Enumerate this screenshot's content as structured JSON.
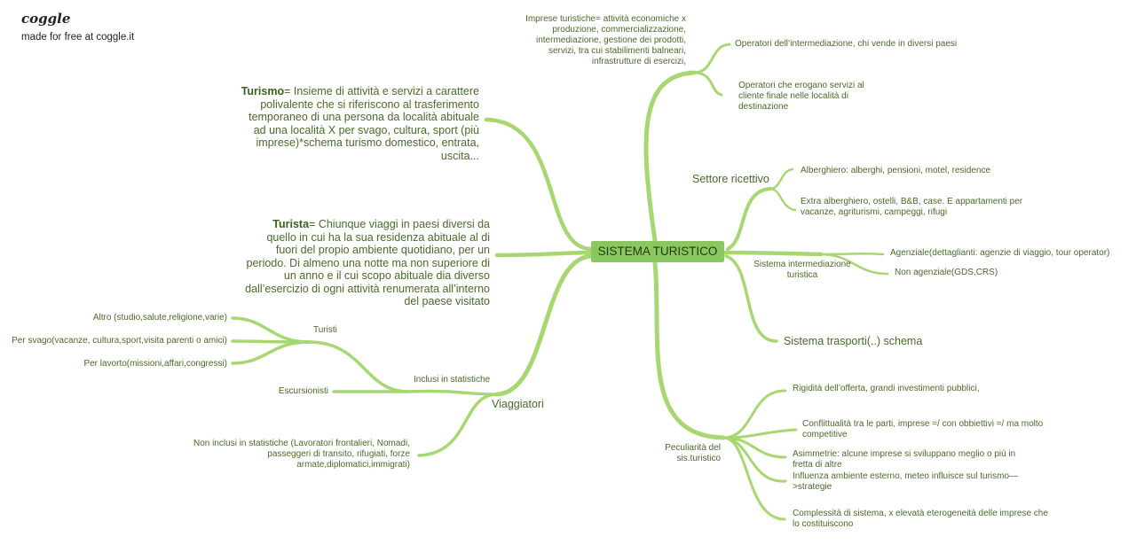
{
  "brand": {
    "logo_text": "coggle",
    "tagline": "made for free at coggle.it"
  },
  "central_node": "SISTEMA TURISTICO",
  "left": {
    "turismo": {
      "term": "Turismo",
      "text": "= Insieme di attività e servizi a carattere polivalente che si riferiscono al trasferimento temporaneo di una persona da località abituale ad una località X per svago, cultura, sport (più imprese)*schema turismo domestico, entrata, uscita..."
    },
    "turista": {
      "term": "Turista",
      "text": "= Chiunque viaggi in paesi diversi da quello in cui ha la sua residenza abituale al di fuori del propio ambiente quotidiano, per un periodo. Di almeno una notte ma non superiore di un anno e il cui scopo abituale dia diverso dall’esercizio di ogni attività renumerata all’interno del paese visitato"
    },
    "viaggiatori": {
      "label": "Viaggiatori",
      "inclusi": {
        "label": "Inclusi in statistiche",
        "turisti": {
          "label": "Turisti",
          "items": [
            "Altro (studio,salute,religione,varie)",
            "Per svago(vacanze, cultura,sport,visita parenti o amici)",
            "Per lavorto(missioni,affari,congressi)"
          ]
        },
        "escursionisti": "Escursionisti"
      },
      "non_inclusi": "Non inclusi in statistiche (Lavoratori frontalieri, Nomadi, passeggeri di transito, rifugiati, forze armate,diplomatici,immigrati)"
    }
  },
  "right": {
    "imprese": {
      "label": "Imprese turistiche= attività economiche x produzione, commercializzazione, intermediazione, gestione dei prodotti, servizi, tra cui stabilimenti balneari, infrastrutture di esercizi,",
      "children": [
        "Operatori dell’intermediazione, chi vende in diversi paesi",
        "Operatori che erogano servizi al cliente finale nelle località di destinazione"
      ]
    },
    "ricettivo": {
      "label": "Settore ricettivo",
      "children": [
        "Alberghiero: alberghi, pensioni, motel, residence",
        "Extra alberghiero, ostelli, B&B, case. E appartamenti per vacanze, agriturismi, campeggi, rifugi"
      ]
    },
    "intermediazione": {
      "label": "Sistema intermediazione turistica",
      "children": [
        "Agenziale(dettaglianti: agenzie di viaggio, tour operator)",
        "Non agenziale(GDS,CRS)"
      ]
    },
    "trasporti": "Sistema trasporti(..) schema",
    "peculiarita": {
      "label": "Peculiarità del sis.turistico",
      "children": [
        "Rigidità dell’offerta, grandi investimenti pubblici,",
        "Conflittualità tra le parti, imprese =/ con obbiettivi =/ ma molto competitive",
        "Asimmetrie: alcune imprese si sviluppano meglio o più in fretta di altre",
        "Influenza ambiente esterno, meteo influisce sul turismo—>strategie",
        "Complessità di sistema, x elevatà eterogeneità delle imprese che lo costituiscono"
      ]
    }
  },
  "colors": {
    "branch": "#a7d672",
    "central_fill": "#8bc760",
    "text": "#4a6a2a"
  }
}
